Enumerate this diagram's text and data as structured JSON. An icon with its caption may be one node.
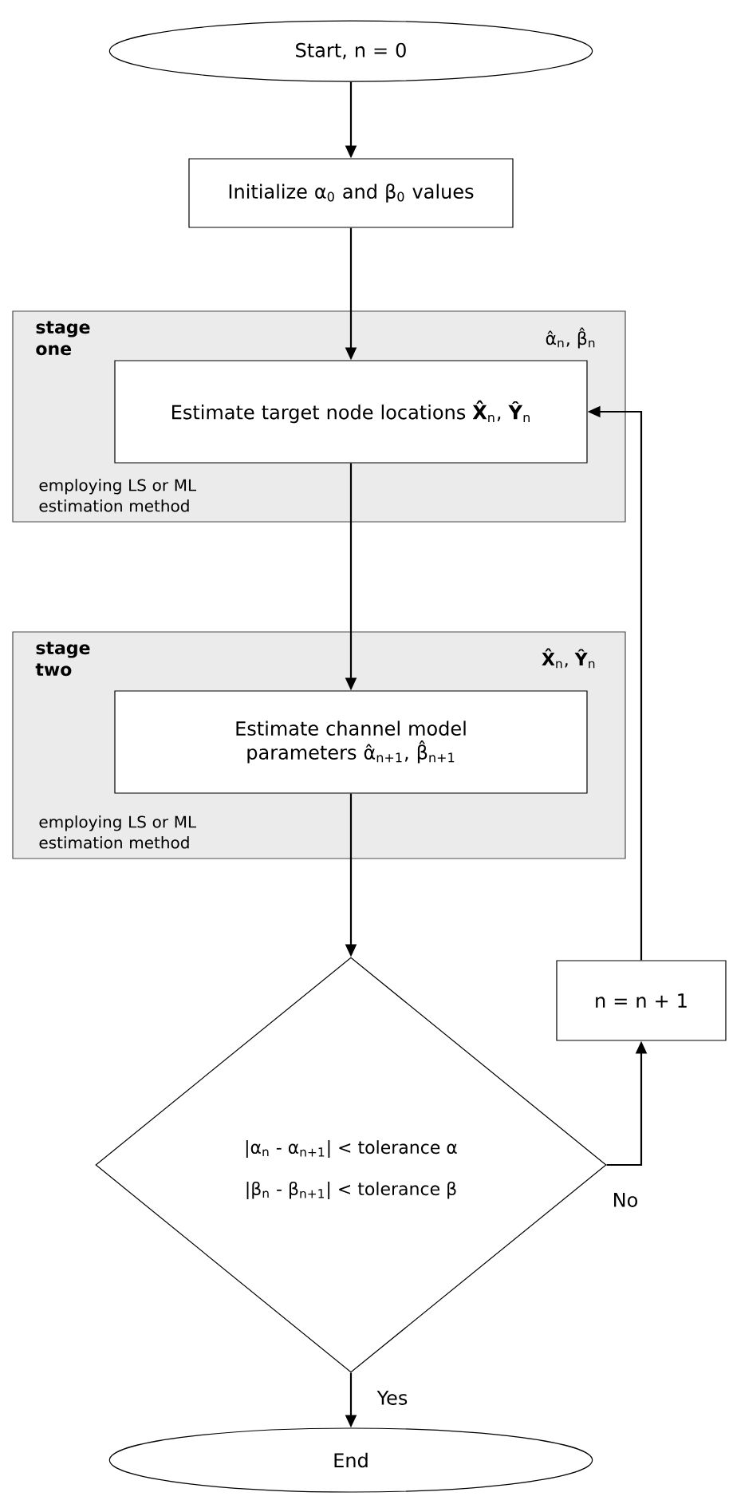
{
  "diagram": {
    "nodes": [
      {
        "text": [
          "Start, n = 0"
        ]
      },
      {
        "text": [
          "Initialize α$_{0}$ and β$_{0}$ values"
        ]
      },
      {
        "text": [
          "stage one",
          "α̂$_{n}$, β̂$_{n}$",
          "employing LS or ML estimation method"
        ]
      },
      {
        "text": [
          "Estimate target node locations **X̂**$_{n}$, **Ŷ**$_{n}$"
        ],
        "in": 2
      },
      {
        "text": [
          "stage two",
          "**X̂**$_{n}$, **Ŷ**$_{n}$",
          "employing LS or ML estimation method"
        ]
      },
      {
        "text": [
          "Estimate channel model parameters α̂$_{n+1}$, β̂$_{n+1}$"
        ],
        "in": 4
      },
      {
        "text": [
          "|α$_{n}$ - α$_{n+1}$| < tolerance α",
          "|β$_{n}$ - β$_{n+1}$| < tolerance β"
        ]
      },
      {
        "text": [
          "n = n + 1"
        ]
      },
      {
        "text": [
          "End"
        ]
      }
    ],
    "edges": [
      {
        "from": 0,
        "to": 1,
        "arrow": "to"
      },
      {
        "from": 1,
        "to": 3,
        "arrow": "to"
      },
      {
        "from": 3,
        "to": 5,
        "arrow": "to"
      },
      {
        "from": 5,
        "to": 6,
        "arrow": "to"
      },
      {
        "from": 6,
        "to": 7,
        "arrow": "to",
        "label": "No"
      },
      {
        "from": 7,
        "to": 3,
        "arrow": "to"
      },
      {
        "from": 6,
        "to": 8,
        "arrow": "to",
        "label": "Yes"
      }
    ]
  }
}
